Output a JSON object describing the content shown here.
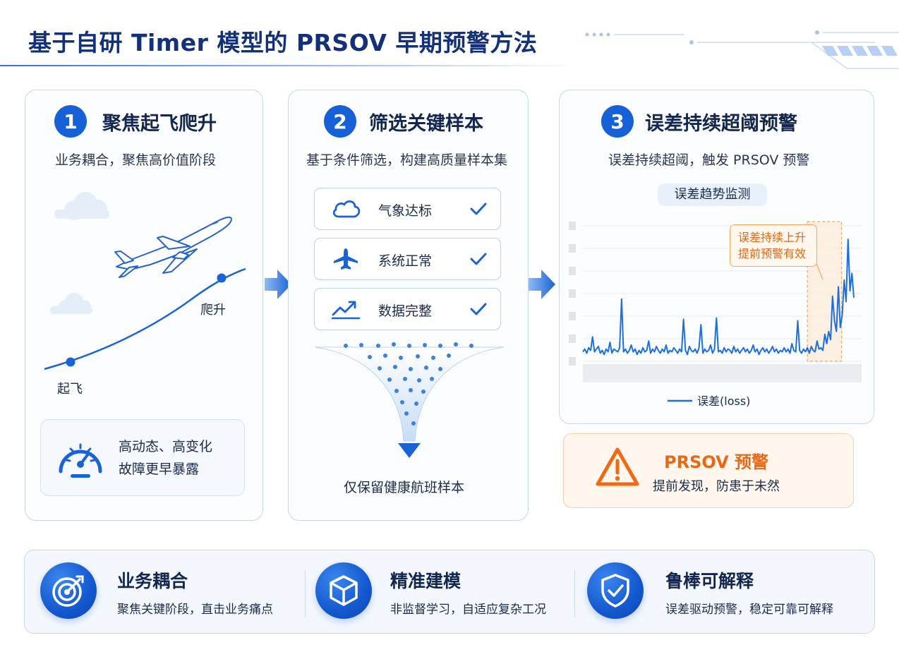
{
  "header": {
    "title": "基于自研 Timer 模型的 PRSOV 早期预警方法"
  },
  "steps": [
    {
      "number": "1",
      "title": "聚焦起飞爬升",
      "subtitle": "业务耦合，聚焦高价值阶段",
      "labels": {
        "climb": "爬升",
        "takeoff": "起飞"
      },
      "note": [
        "高动态、高变化",
        "故障更早暴露"
      ]
    },
    {
      "number": "2",
      "title": "筛选关键样本",
      "subtitle": "基于条件筛选，构建高质量样本集",
      "checks": [
        {
          "label": "气象达标",
          "icon": "cloud-icon"
        },
        {
          "label": "系统正常",
          "icon": "airplane-icon"
        },
        {
          "label": "数据完整",
          "icon": "trend-chart-icon"
        }
      ],
      "result": "仅保留健康航班样本"
    },
    {
      "number": "3",
      "title": "误差持续超阈预警",
      "subtitle": "误差持续超阈，触发 PRSOV 预警",
      "chart_title": "误差趋势监测",
      "callout": [
        "误差持续上升",
        "提前预警有效"
      ],
      "alert": {
        "title": "PRSOV 预警",
        "desc": "提前发现，防患于未然"
      }
    }
  ],
  "chart_data": {
    "type": "line",
    "title": "误差趋势监测",
    "xlabel": "",
    "ylabel": "",
    "legend_position": "bottom",
    "grid": true,
    "x_ticks_readable": false,
    "y_ticks_readable": false,
    "ylim": [
      0,
      1
    ],
    "highlight_range": [
      116,
      130
    ],
    "series": [
      {
        "name": "误差(loss)",
        "color": "#1d6fe0",
        "values": [
          0.07,
          0.09,
          0.06,
          0.1,
          0.08,
          0.18,
          0.07,
          0.09,
          0.11,
          0.06,
          0.08,
          0.05,
          0.09,
          0.07,
          0.14,
          0.06,
          0.09,
          0.08,
          0.07,
          0.1,
          0.46,
          0.07,
          0.09,
          0.06,
          0.08,
          0.12,
          0.07,
          0.09,
          0.05,
          0.08,
          0.06,
          0.1,
          0.07,
          0.08,
          0.15,
          0.06,
          0.09,
          0.07,
          0.11,
          0.08,
          0.06,
          0.09,
          0.07,
          0.12,
          0.06,
          0.08,
          0.07,
          0.1,
          0.08,
          0.06,
          0.09,
          0.07,
          0.31,
          0.08,
          0.05,
          0.11,
          0.08,
          0.07,
          0.09,
          0.06,
          0.1,
          0.27,
          0.06,
          0.09,
          0.07,
          0.08,
          0.12,
          0.06,
          0.09,
          0.32,
          0.07,
          0.08,
          0.06,
          0.1,
          0.07,
          0.09,
          0.08,
          0.06,
          0.11,
          0.07,
          0.09,
          0.06,
          0.08,
          0.1,
          0.07,
          0.09,
          0.06,
          0.08,
          0.12,
          0.07,
          0.09,
          0.05,
          0.08,
          0.1,
          0.07,
          0.09,
          0.06,
          0.08,
          0.11,
          0.07,
          0.09,
          0.06,
          0.08,
          0.07,
          0.1,
          0.07,
          0.09,
          0.06,
          0.13,
          0.08,
          0.07,
          0.3,
          0.08,
          0.06,
          0.09,
          0.07,
          0.1,
          0.06,
          0.11,
          0.08,
          0.07,
          0.15,
          0.09,
          0.1,
          0.08,
          0.2,
          0.13,
          0.22,
          0.16,
          0.48,
          0.3,
          0.22,
          0.55,
          0.25,
          0.34,
          0.6,
          0.44,
          0.9,
          0.52,
          0.65,
          0.47
        ]
      }
    ]
  },
  "features": [
    {
      "title": "业务耦合",
      "desc": "聚焦关键阶段，直击业务痛点",
      "icon": "target-icon"
    },
    {
      "title": "精准建模",
      "desc": "非监督学习，自适应复杂工况",
      "icon": "cube-icon"
    },
    {
      "title": "鲁棒可解释",
      "desc": "误差驱动预警，稳定可靠可解释",
      "icon": "shield-check-icon"
    }
  ],
  "colors": {
    "primary": "#1660d8",
    "title": "#13307a",
    "warning": "#e06a12",
    "panel_border": "#c4d8f4"
  }
}
